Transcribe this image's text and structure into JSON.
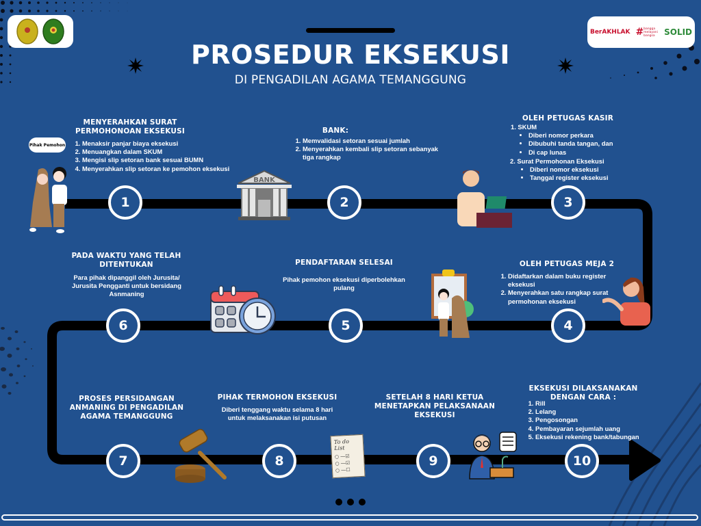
{
  "header": {
    "title": "PROSEDUR EKSEKUSI",
    "subtitle": "DI PENGADILAN AGAMA TEMANGGUNG",
    "logos_left": [
      "court-emblem-gold",
      "court-emblem-green"
    ],
    "logos_right": {
      "berakhlak": "BerAKHLAK",
      "bangga": "bangga melayani bangsa",
      "solid": "SOLID"
    }
  },
  "colors": {
    "background": "#21518f",
    "path": "#000000",
    "text": "#ffffff",
    "accent_red": "#c8102e",
    "accent_green": "#2e8b3a"
  },
  "steps": [
    {
      "number": "1",
      "title": "MENYERAHKAN SURAT PERMOHONOAN EKSEKUSI",
      "label": "Pihak Pemohon",
      "items": [
        "Menaksir panjar biaya eksekusi",
        "Menuangkan dalam SKUM",
        "Mengisi slip setoran bank sesuai BUMN",
        "Menyerahkan slip setoran ke pemohon eksekusi"
      ]
    },
    {
      "number": "2",
      "title": "BANK:",
      "icon_text": "BANK",
      "items": [
        "Memvalidasi setoran sesuai jumlah",
        "Menyerahkan kembali slip setoran sebanyak tiga rangkap"
      ]
    },
    {
      "number": "3",
      "title": "OLEH PETUGAS KASIR",
      "groups": [
        {
          "label": "1. SKUM",
          "bullets": [
            "Diberi nomor perkara",
            "Dibubuhi tanda tangan, dan",
            "Di cap lunas"
          ]
        },
        {
          "label": "2. Surat Permohonan Eksekusi",
          "bullets": [
            "Diberi nomor eksekusi",
            "Tanggal register eksekusi"
          ]
        }
      ]
    },
    {
      "number": "4",
      "title": "OLEH PETUGAS MEJA 2",
      "items": [
        "Didaftarkan dalam buku register eksekusi",
        "Menyerahkan satu rangkap surat permohonan eksekusi"
      ]
    },
    {
      "number": "5",
      "title": "PENDAFTARAN SELESAI",
      "text": "Pihak pemohon eksekusi diperbolehkan pulang"
    },
    {
      "number": "6",
      "title": "PADA WAKTU YANG TELAH DITENTUKAN",
      "text": "Para pihak dipanggil oleh Jurusita/ Jurusita Pengganti untuk bersidang Asnmaning"
    },
    {
      "number": "7",
      "title": "PROSES PERSIDANGAN ANMANING DI PENGADILAN AGAMA TEMANGGUNG"
    },
    {
      "number": "8",
      "title": "PIHAK TERMOHON EKSEKUSI",
      "text": "Diberi tenggang waktu selama 8 hari untuk melaksanakan isi putusan",
      "icon_text": "To do List"
    },
    {
      "number": "9",
      "title": "SETELAH 8 HARI KETUA MENETAPKAN PELAKSANAAN EKSEKUSI"
    },
    {
      "number": "10",
      "title": "EKSEKUSI DILAKSANAKAN DENGAN CARA :",
      "items": [
        "Rill",
        "Lelang",
        "Pengosongan",
        "Pembayaran sejumlah uang",
        "Eksekusi rekening bank/tabungan"
      ]
    }
  ]
}
